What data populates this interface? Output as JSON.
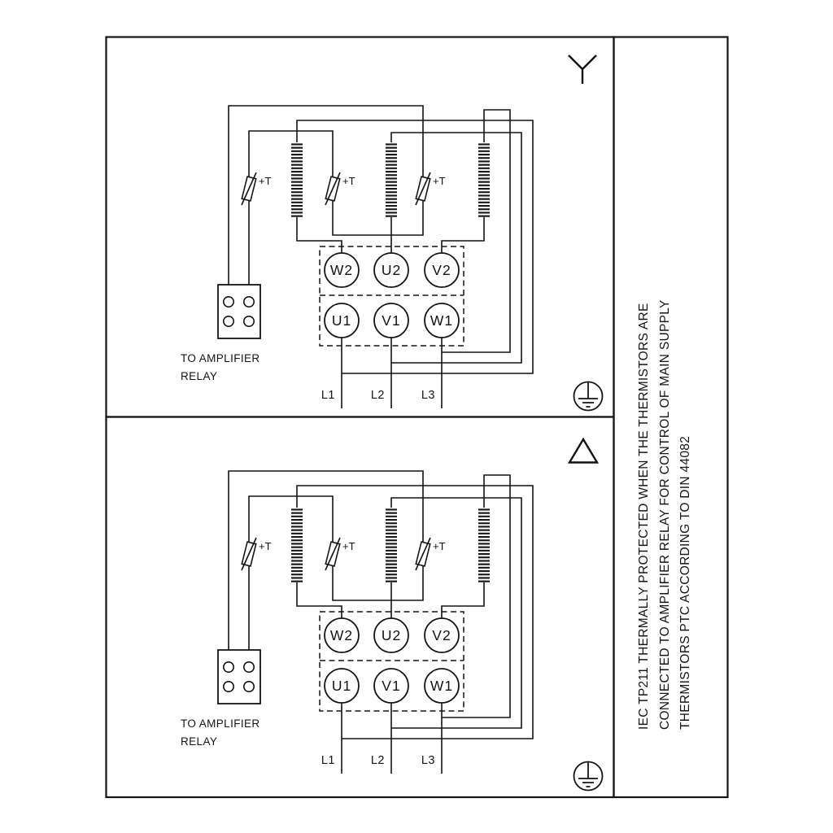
{
  "sidebar": {
    "line1": "IEC TP211 THERMALLY PROTECTED WHEN THE THERMISTORS ARE",
    "line2": "CONNECTED TO AMPLIFIER RELAY FOR CONTROL OF MAIN SUPPLY",
    "line3": "THERMISTORS PTC ACCORDING TO DIN 44082"
  },
  "diagram": {
    "panels": [
      {
        "symbol": "star"
      },
      {
        "symbol": "delta"
      }
    ],
    "terminals_top": [
      "W2",
      "U2",
      "V2"
    ],
    "terminals_bottom": [
      "U1",
      "V1",
      "W1"
    ],
    "supply": [
      "L1",
      "L2",
      "L3"
    ],
    "thermistor_label": "+T",
    "relay_line1": "TO AMPLIFIER",
    "relay_line2": "RELAY"
  },
  "colors": {
    "line": "#141414",
    "background": "#ffffff"
  }
}
